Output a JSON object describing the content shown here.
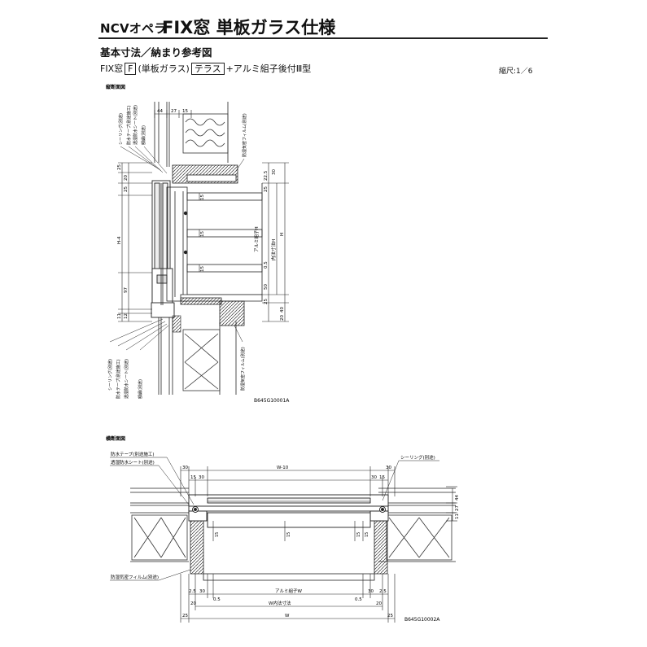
{
  "header": {
    "brand": "NCVオペラ",
    "title": "FIX窓 単板ガラス仕様",
    "subtitle": "基本寸法／納まり参考図",
    "spec": {
      "prefix": "FIX窓",
      "code": "F",
      "glass": "(単板ガラス)",
      "style": "テラス",
      "suffix": "+アルミ組子後付Ⅲ型"
    },
    "scale": "縮尺:1／6"
  },
  "vertical_section": {
    "title": "縦断面図",
    "drawing_code": "B645G10001A",
    "labels_top": [
      "シーリング(別途)",
      "防水テープ(別途施工)",
      "透湿防水シート(別途)",
      "額縁(別途)",
      "防湿気密フィルム(別途)"
    ],
    "labels_bottom": [
      "シーリング(別途)",
      "防水テープ(別途施工)",
      "透湿防水シート(別途)",
      "額縁(別途)",
      "防湿気密フィルム(別途)"
    ],
    "dims_top": [
      "44",
      "27",
      "15"
    ],
    "dims_left": [
      "25",
      "20",
      "25",
      "H-4",
      "97",
      "11",
      "12"
    ],
    "dims_right": [
      "30",
      "22.5",
      "25",
      "15",
      "15",
      "15",
      "50",
      "25",
      "40",
      "20"
    ],
    "dim_glass": [
      "アルミ組子H",
      "内法寸法H",
      "H"
    ],
    "dim_misc": [
      "0.5"
    ]
  },
  "horizontal_section": {
    "title": "横断面図",
    "drawing_code": "B645G10002A",
    "labels_left": [
      "防水テープ(別途施工)",
      "透湿防水シート(別途)",
      "防湿気密フィルム(別途)"
    ],
    "labels_right": [
      "シーリング(別途)"
    ],
    "dims_top": [
      "30",
      "15",
      "30",
      "W-10",
      "30",
      "15",
      "30"
    ],
    "dims_right": [
      "44",
      "27",
      "11"
    ],
    "dims_bottom": [
      "2.5",
      "30",
      "0.5",
      "アルミ組子W",
      "0.5",
      "30",
      "2.5",
      "20",
      "W内法寸法",
      "20",
      "25",
      "W",
      "25"
    ],
    "dims_inner": [
      "15",
      "15",
      "15",
      "15"
    ]
  }
}
